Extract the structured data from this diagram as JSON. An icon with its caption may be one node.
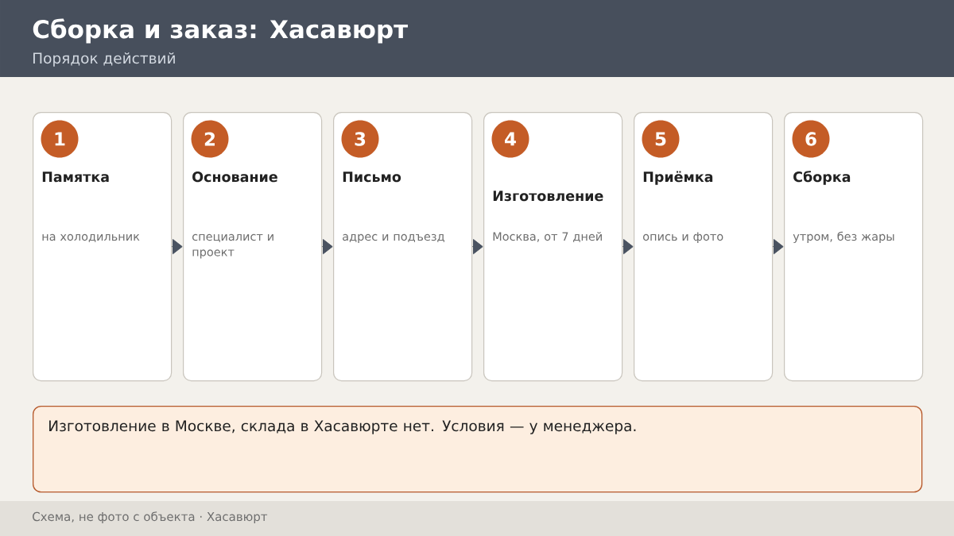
{
  "diagram": {
    "title": "Сборка и заказ: Хасавюрт",
    "nodes": [
      {
        "text": [
          "Памятка",
          "на холодильник"
        ]
      },
      {
        "text": [
          "1"
        ],
        "in": 0
      },
      {
        "text": [
          "Основание",
          "специалист и проект"
        ]
      },
      {
        "text": [
          "2"
        ],
        "in": 2
      },
      {
        "text": [
          "Письмо",
          "адрес и подъезд"
        ]
      },
      {
        "text": [
          "3"
        ],
        "in": 4
      },
      {
        "text": [
          "Изготовление",
          "Москва, от 7 дней"
        ]
      },
      {
        "text": [
          "4"
        ],
        "in": 6
      },
      {
        "text": [
          "Приёмка",
          "опись и фото"
        ]
      },
      {
        "text": [
          "5"
        ],
        "in": 8
      },
      {
        "text": [
          "Сборка",
          "утром, без жары"
        ]
      },
      {
        "text": [
          "6"
        ],
        "in": 10
      },
      {
        "text": [
          "Изготовление в Москве, склада в Хасавюрте нет. Условия — у менеджера."
        ]
      }
    ],
    "edges": [
      {
        "from": 0,
        "to": 2,
        "arrow": "to"
      },
      {
        "from": 2,
        "to": 4,
        "arrow": "to"
      },
      {
        "from": 4,
        "to": 6,
        "arrow": "to"
      },
      {
        "from": 6,
        "to": 8,
        "arrow": "to"
      },
      {
        "from": 8,
        "to": 10,
        "arrow": "to"
      }
    ],
    "labels": [
      "Порядок действий",
      "Схема, не фото с объекта · Хасавюрт"
    ]
  }
}
